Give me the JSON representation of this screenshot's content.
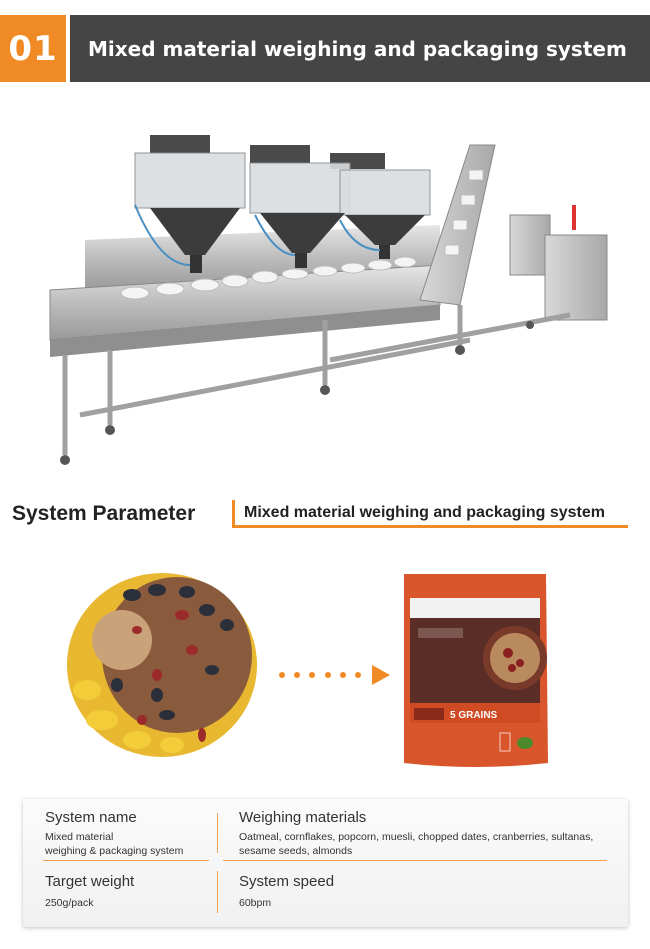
{
  "banner": {
    "number": "01",
    "title": "Mixed material weighing and packaging system",
    "accent_color": "#f08a24",
    "title_bg_color": "#454545"
  },
  "machine_image": {
    "alt": "Multihead weighing and packaging machine with three hoppers, bucket conveyor and bagging unit"
  },
  "section": {
    "label": "System Parameter",
    "subtitle": "Mixed material weighing and packaging system"
  },
  "flow": {
    "input_image": "mixed-cereal-pile",
    "arrow_icon": "dotted-arrow-right",
    "output_image": "packaged-pouch",
    "pouch_text": "5 GRAINS"
  },
  "parameters": {
    "system_name": {
      "title": "System name",
      "value_line1": "Mixed material",
      "value_line2": "weighing & packaging system"
    },
    "weighing_materials": {
      "title": "Weighing materials",
      "value_line1": "Oatmeal, cornflakes, popcorn, muesli, chopped dates, cranberries, sultanas,",
      "value_line2": "sesame seeds, almonds"
    },
    "target_weight": {
      "title": "Target weight",
      "value": "250g/pack"
    },
    "system_speed": {
      "title": "System speed",
      "value": "60bpm"
    }
  }
}
